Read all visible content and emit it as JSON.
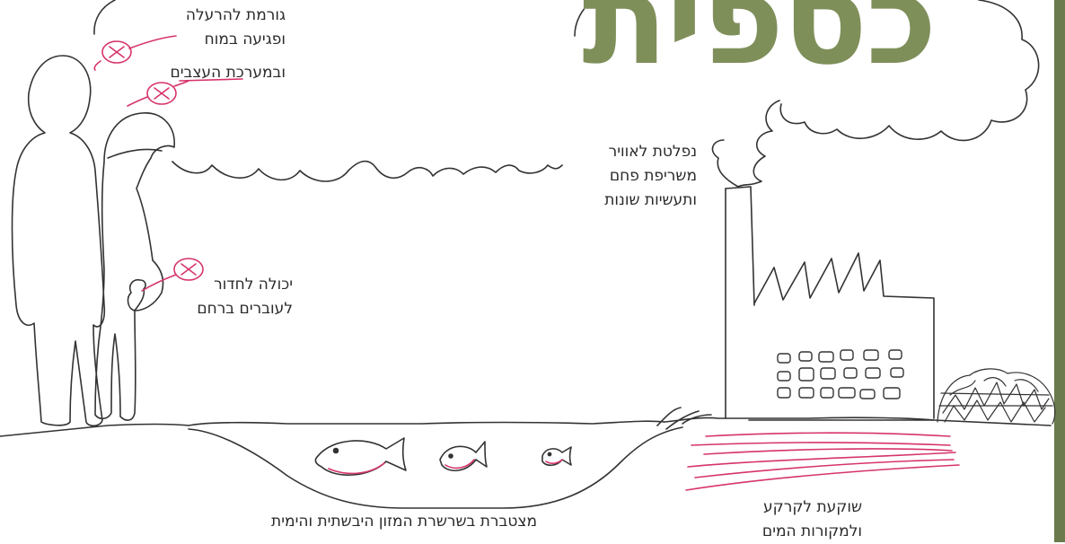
{
  "title": "כספית",
  "labels": {
    "brain_line1": "גורמת להרעלה",
    "brain_line2": "ופגיעה במוח",
    "brain_line3": "ובמערכת העצבים",
    "pregnancy_line1": "יכולה לחדור",
    "pregnancy_line2": "לעוברים ברחם",
    "air_line1": "נפלטת לאוויר",
    "air_line2": "משריפת פחם",
    "air_line3": "ותעשיות שונות",
    "food_chain": "מצטברת בשרשרת המזון היבשתית והימית",
    "soil_line1": "שוקעת לקרקע",
    "soil_line2": "ולמקורות המים"
  },
  "colors": {
    "title": "#7f8f5a",
    "accent_pink": "#d6336c",
    "line": "#333333",
    "side_bar": "#6b7a4c"
  },
  "icons": [
    "x-mark-icon",
    "fish-icon",
    "factory-icon",
    "cloud-icon",
    "person-icon",
    "trash-pile-icon"
  ]
}
